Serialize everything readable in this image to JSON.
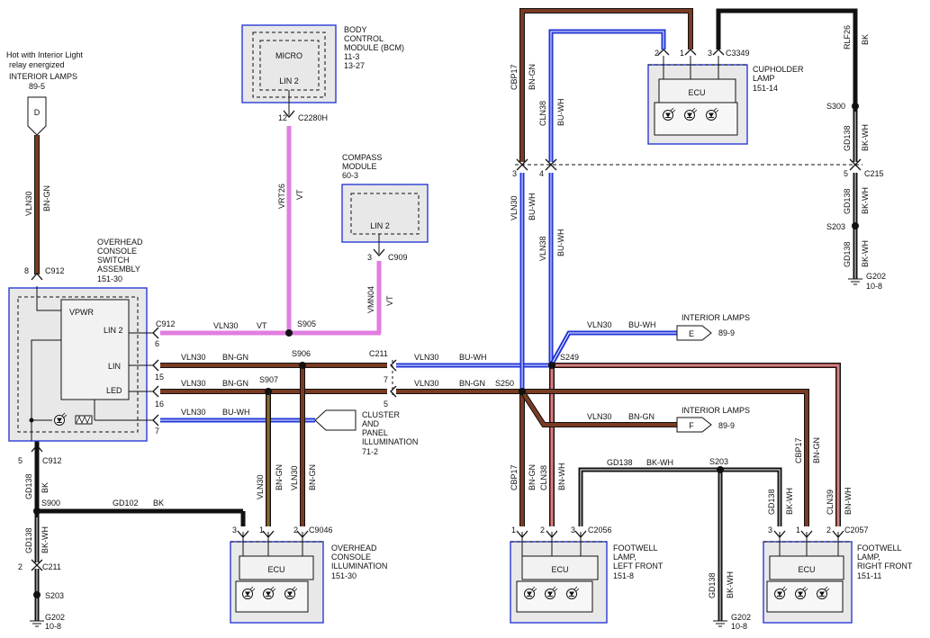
{
  "colors": {
    "bn_gn": "#7a3b22",
    "bu_wh": "#2236d8",
    "bk": "#111111",
    "bk_wh": "#222222",
    "vt": "#e07ee0",
    "bn_wh": "#9c3c3c",
    "module_outline": "#2a3bd6"
  },
  "top_left_source": {
    "line1": "Hot with Interior Light",
    "line2": "relay energized",
    "line3": "INTERIOR LAMPS",
    "ref": "89-5",
    "connector_letter": "D"
  },
  "bcm": {
    "title1": "BODY",
    "title2": "CONTROL",
    "title3": "MODULE (BCM)",
    "ref1": "11-3",
    "ref2": "13-27",
    "micro": "MICRO",
    "lin": "LIN 2",
    "pin": "12",
    "connector": "C2280H"
  },
  "compass": {
    "title1": "COMPASS",
    "title2": "MODULE",
    "ref": "60-3",
    "lin": "LIN 2",
    "pin": "3",
    "connector": "C909"
  },
  "ocsa": {
    "title1": "OVERHEAD",
    "title2": "CONSOLE",
    "title3": "SWITCH",
    "title4": "ASSEMBLY",
    "ref": "151-30",
    "pin_top": "8",
    "connector_top": "C912",
    "vpwr": "VPWR",
    "lin2": "LIN 2",
    "lin": "LIN",
    "led": "LED",
    "right_connector": "C912",
    "pin6": "6",
    "pin15": "15",
    "pin16": "16",
    "pin7": "7",
    "pin_bottom": "5",
    "connector_bottom": "C912"
  },
  "wires": {
    "w1_circuit": "VLN30",
    "w1_color": "BN-GN",
    "vrt26": "VRT26",
    "vt": "VT",
    "vmn04": "VMN04",
    "vt2": "VT",
    "lin2_circuit": "VLN30",
    "lin2_color": "VT",
    "s905": "S905",
    "lin_circuit": "VLN30",
    "lin_color": "BN-GN",
    "s906": "S906",
    "c211": "C211",
    "c211_pin7": "7",
    "c211_pin5": "5",
    "lin_right_circuit": "VLN30",
    "lin_right_color": "BU-WH",
    "led_circuit": "VLN30",
    "led_color": "BN-GN",
    "s907": "S907",
    "led_right_circuit": "VLN30",
    "led_right_color": "BN-GN",
    "s250": "S250",
    "pin7_circuit": "VLN30",
    "pin7_color": "BU-WH",
    "s249": "S249",
    "gd138": "GD138",
    "bk": "BK",
    "s900": "S900",
    "gd102": "GD102",
    "bk2": "BK",
    "gd138b": "GD138",
    "bkwh": "BK-WH",
    "c211b_pin": "2",
    "c211b": "C211",
    "s203": "S203",
    "g202": "G202",
    "g202_ref": "10-8"
  },
  "cluster": {
    "title1": "CLUSTER",
    "title2": "AND",
    "title3": "PANEL",
    "title4": "ILLUMINATION",
    "ref": "71-2"
  },
  "oci": {
    "title1": "OVERHEAD",
    "title2": "CONSOLE",
    "title3": "ILLUMINATION",
    "ref": "151-30",
    "ecu": "ECU",
    "pin3": "3",
    "pin1": "1",
    "pin2": "2",
    "connector": "C9046",
    "w1_circuit": "VLN30",
    "w1_color": "BN-GN",
    "w2_circuit": "VLN30",
    "w2_color": "BN-GN"
  },
  "cupholder": {
    "title1": "CUPHOLDER",
    "title2": "LAMP",
    "ref": "151-14",
    "ecu": "ECU",
    "pin2": "2",
    "pin1": "1",
    "pin3": "3",
    "connector": "C3349"
  },
  "upper_wires": {
    "cbp17": "CBP17",
    "bngn": "BN-GN",
    "cln38": "CLN38",
    "buwh": "BU-WH",
    "rlf26": "RLF26",
    "bk": "BK",
    "s300": "S300",
    "gd138a": "GD138",
    "bkwha": "BK-WH",
    "c215_pin3": "3",
    "c215_pin4": "4",
    "c215_pin5": "5",
    "c215": "C215",
    "gd138b": "GD138",
    "bkwhb": "BK-WH",
    "s203": "S203",
    "gd138c": "GD138",
    "bkwhc": "BK-WH",
    "g202": "G202",
    "g202_ref": "10-8",
    "vln30": "VLN30",
    "buwh2": "BU-WH",
    "vln38": "VLN38",
    "buwh3": "BU-WH"
  },
  "interior_e": {
    "title": "INTERIOR LAMPS",
    "letter": "E",
    "ref": "89-9",
    "circuit": "VLN30",
    "color": "BU-WH"
  },
  "interior_f": {
    "title": "INTERIOR LAMPS",
    "letter": "F",
    "ref": "89-9",
    "circuit": "VLN30",
    "color": "BN-GN"
  },
  "lower_mid": {
    "gd138": "GD138",
    "bkwh": "BK-WH",
    "s203": "S203",
    "gd138v": "GD138",
    "bkwhv": "BK-WH",
    "g202": "G202",
    "g202_ref": "10-8",
    "cbp17": "CBP17",
    "bngn": "BN-GN",
    "cln38": "CLN38",
    "bnwh": "BN-WH"
  },
  "footwell_left": {
    "title1": "FOOTWELL",
    "title2": "LAMP,",
    "title3": "LEFT FRONT",
    "ref": "151-8",
    "ecu": "ECU",
    "pin1": "1",
    "pin2": "2",
    "pin3": "3",
    "connector": "C2056"
  },
  "footwell_right": {
    "title1": "FOOTWELL",
    "title2": "LAMP,",
    "title3": "RIGHT FRONT",
    "ref": "151-11",
    "ecu": "ECU",
    "pin3": "3",
    "pin1": "1",
    "pin2": "2",
    "connector": "C2057",
    "gd138": "GD138",
    "bkwh": "BK-WH",
    "cbp17": "CBP17",
    "bngn": "BN-GN",
    "cln39": "CLN39",
    "bnwh": "BN-WH"
  }
}
